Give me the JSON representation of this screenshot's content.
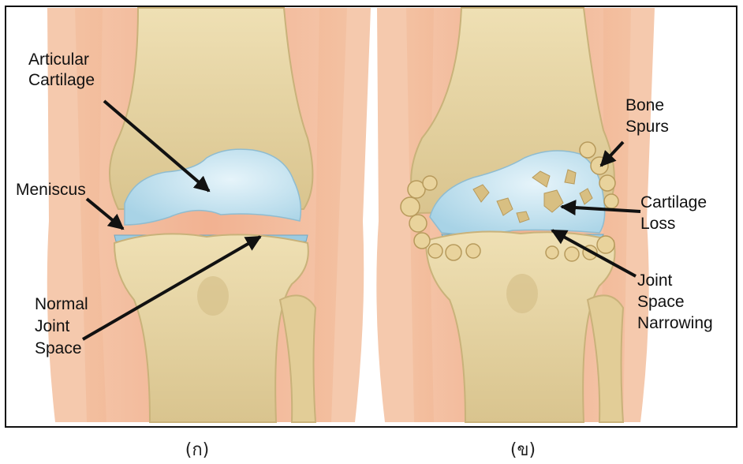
{
  "figure": {
    "left_panel": {
      "labels": {
        "articular_cartilage": [
          "Articular",
          "Cartilage"
        ],
        "meniscus": "Meniscus",
        "normal_joint_space": [
          "Normal",
          "Joint",
          "Space"
        ]
      },
      "caption": "(ก)"
    },
    "right_panel": {
      "labels": {
        "bone_spurs": [
          "Bone",
          "Spurs"
        ],
        "cartilage_loss": [
          "Cartilage",
          "Loss"
        ],
        "joint_space_narrowing": [
          "Joint",
          "Space",
          "Narrowing"
        ]
      },
      "caption": "(ข)"
    }
  },
  "colors": {
    "skin": "#f1b08c",
    "bone": "#e9d6a2",
    "cartilage": "#bfe0ee",
    "frame": "#111111"
  }
}
